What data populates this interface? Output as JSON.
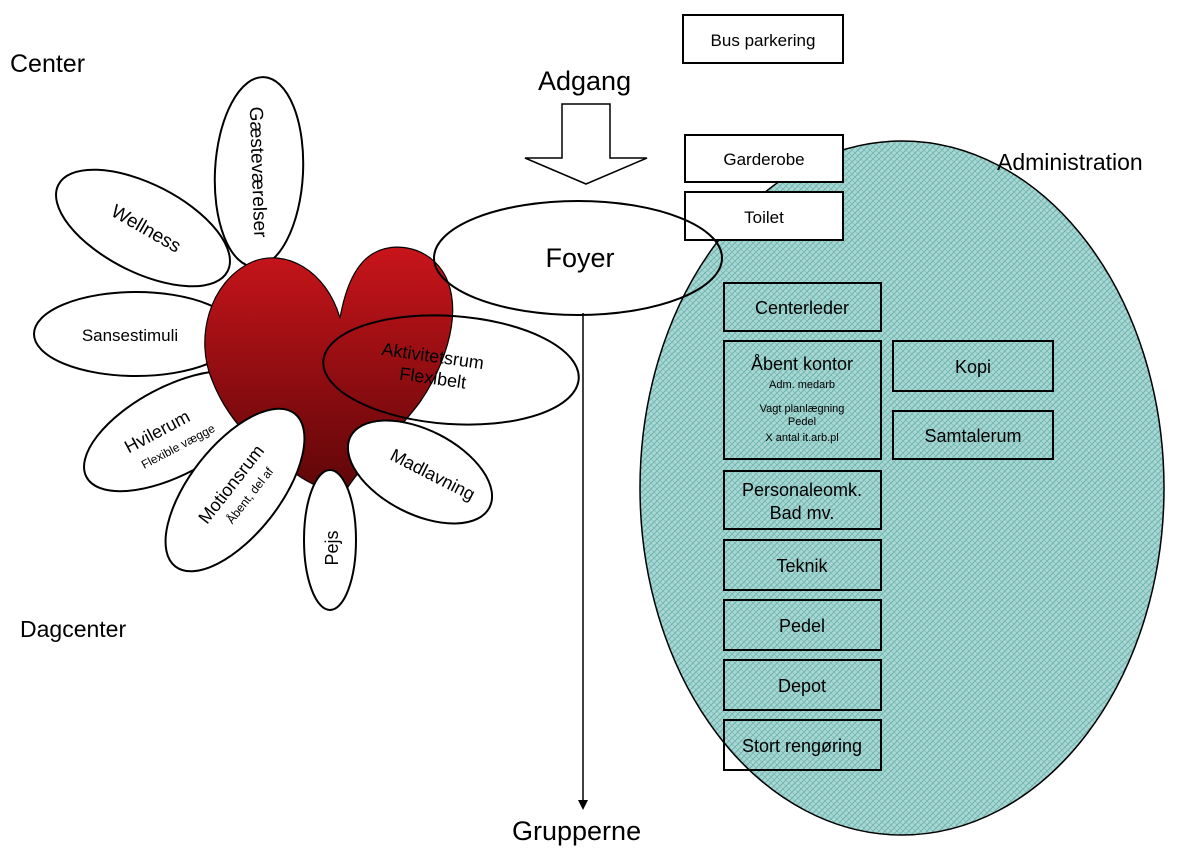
{
  "colors": {
    "heart_top": "#c8151b",
    "heart_bottom": "#5e0608",
    "admin_fill": "#a9d8d4",
    "admin_hatch": "#6fb3ae",
    "stroke": "#000000"
  },
  "labels": {
    "center": "Center",
    "dagcenter": "Dagcenter",
    "adgang": "Adgang",
    "administration": "Administration",
    "grupperne": "Grupperne",
    "foyer": "Foyer"
  },
  "top_boxes": {
    "bus": "Bus parkering",
    "garderobe": "Garderobe",
    "toilet": "Toilet"
  },
  "petals": {
    "gaestevaerelser": "Gæsteværelser",
    "wellness": "Wellness",
    "sansestimuli": "Sansestimuli",
    "hvilerum": "Hvilerum",
    "hvilerum_sub": "Flexible vægge",
    "motionsrum": "Motionsrum",
    "motionsrum_sub": "Åbent, del af",
    "pejs": "Pejs",
    "madlavning": "Madlavning",
    "aktivitetsrum": "Aktivitetsrum",
    "aktivitetsrum_sub": "Flexibelt"
  },
  "admin_boxes": {
    "centerleder": "Centerleder",
    "aabent_kontor": "Åbent kontor",
    "aabent_kontor_lines": [
      "Adm. medarb",
      "Vagt planlægning",
      "Pedel",
      "X antal it.arb.pl"
    ],
    "kopi": "Kopi",
    "samtalerum": "Samtalerum",
    "personaleomk": "Personaleomk.",
    "bad": "Bad mv.",
    "teknik": "Teknik",
    "pedel": "Pedel",
    "depot": "Depot",
    "stort_rengoering": "Stort rengøring"
  }
}
